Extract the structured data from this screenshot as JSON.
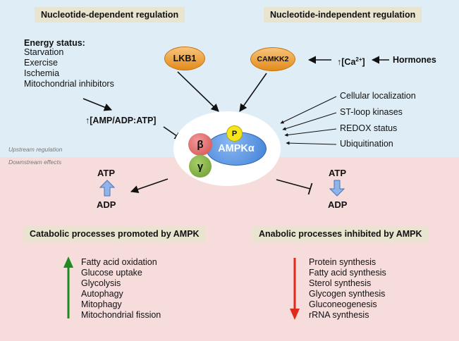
{
  "headers": {
    "nucleotide_dependent": "Nucleotide-dependent regulation",
    "nucleotide_independent": "Nucleotide-independent regulation",
    "catabolic": "Catabolic processes promoted by AMPK",
    "anabolic": "Anabolic processes inhibited by AMPK"
  },
  "energy_status": {
    "title": "Energy status:",
    "items": [
      "Starvation",
      "Exercise",
      "Ischemia",
      "Mitochondrial inhibitors"
    ]
  },
  "amp_ratio": "[AMP/ADP:ATP]",
  "up_arrow_glyph": "↑",
  "kinases": {
    "lkb1": "LKB1",
    "camkk2": "CAMKK2"
  },
  "calcium": {
    "prefix": "[Ca",
    "superscript": "2+",
    "suffix": "]"
  },
  "hormones": "Hormones",
  "other_regulators": [
    "Cellular localization",
    "ST-loop kinases",
    "REDOX status",
    "Ubiquitination"
  ],
  "section_labels": {
    "upstream": "Upstream regulation",
    "downstream": "Downstream effects"
  },
  "ampk": {
    "alpha": "AMPKα",
    "beta": "β",
    "gamma": "γ",
    "phosphate": "P"
  },
  "left_energy": {
    "top": "ATP",
    "bottom": "ADP"
  },
  "right_energy": {
    "top": "ATP",
    "bottom": "ADP"
  },
  "catabolic_list": [
    "Fatty acid oxidation",
    "Glucose uptake",
    "Glycolysis",
    "Autophagy",
    "Mitophagy",
    "Mitochondrial fission"
  ],
  "anabolic_list": [
    "Protein synthesis",
    "Fatty acid synthesis",
    "Sterol synthesis",
    "Glycogen synthesis",
    "Gluconeogenesis",
    "rRNA synthesis"
  ],
  "colors": {
    "upstream_bg": "#dfeef6",
    "downstream_bg": "#f7dcdc",
    "header_bg": "#e8e4cf",
    "kinase_orange": "#e38b1d",
    "alpha_blue": "#4f8fe0",
    "beta_red": "#e06a6a",
    "gamma_green": "#7aa83e",
    "phospho_yellow": "#f0e020",
    "up_arrow": "#1f8a1f",
    "down_arrow": "#e02a1a"
  }
}
